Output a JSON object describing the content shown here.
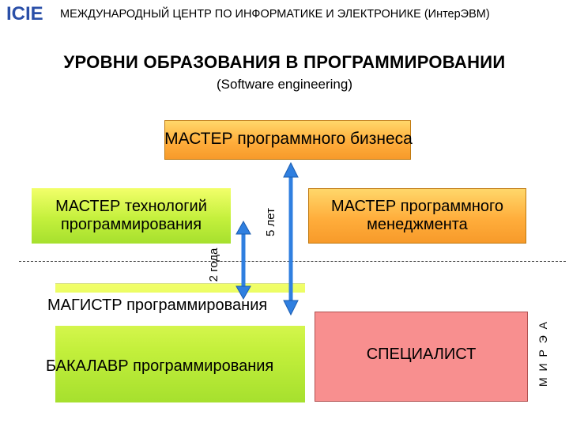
{
  "header": {
    "logo": "ICIE",
    "org_name": "МЕЖДУНАРОДНЫЙ ЦЕНТР ПО ИНФОРМАТИКЕ И ЭЛЕКТРОНИКЕ (ИнтерЭВМ)"
  },
  "title": "УРОВНИ ОБРАЗОВАНИЯ В ПРОГРАММИРОВАНИИ",
  "subtitle": "(Software engineering)",
  "boxes": {
    "master_business": "МАСТЕР программного бизнеса",
    "master_tech_line1": "МАСТЕР технологий",
    "master_tech_line2": "программирования",
    "master_mgmt_line1": "МАСТЕР программного",
    "master_mgmt_line2": "менеджмента",
    "magistr": "МАГИСТР программирования",
    "bakalavr": "БАКАЛАВР программирования",
    "specialist": "СПЕЦИАЛИСТ"
  },
  "durations": {
    "two_years": "2 года",
    "five_years": "5 лет"
  },
  "side_label": "М И Р Э А",
  "colors": {
    "orange": "#ffae3c",
    "green": "#c4f03c",
    "pink": "#f88f8f",
    "arrow": "#2f7fe0",
    "logo": "#2a4fa8"
  }
}
